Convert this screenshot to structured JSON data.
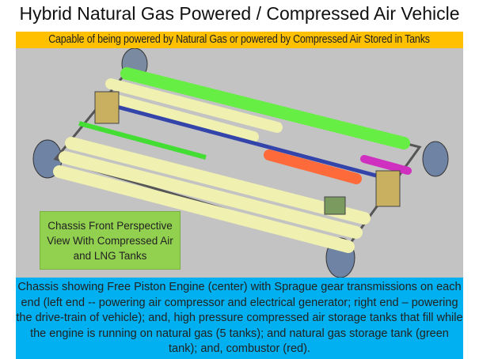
{
  "title": "Hybrid Natural Gas Powered / Compressed Air Vehicle",
  "banner": "Capable of being powered by Natural Gas or powered by Compressed Air Stored in Tanks",
  "label_box": "Chassis Front Perspective View With Compressed Air and LNG Tanks",
  "caption": "Chassis showing Free Piston Engine (center) with Sprague gear transmissions on each end (left  end -- powering air compressor and electrical generator; right end – powering the drive-train of vehicle); and, high pressure compressed air storage tanks that fill while the engine is running on natural gas (5 tanks); and natural gas storage tank (green tank); and, combustor (red).",
  "colors": {
    "banner": "#ffc000",
    "scene": "#c3c3c3",
    "label_box": "#92d050",
    "caption": "#00b0f0",
    "ng_tank": "#66ee44",
    "air_tank": "#f2f2b0",
    "combustor": "#ff6a3a"
  }
}
